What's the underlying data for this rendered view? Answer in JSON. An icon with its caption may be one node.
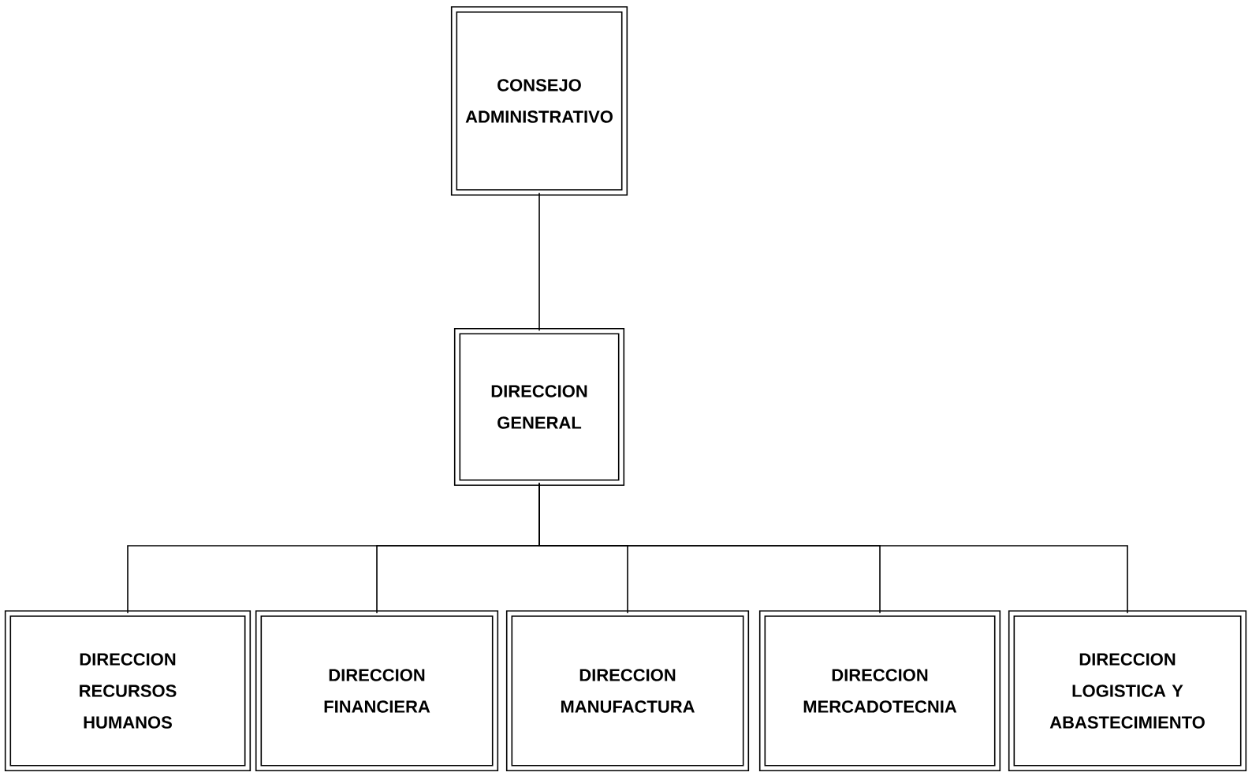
{
  "diagram": {
    "nodes": [
      {
        "text": [
          "CONSEJO ADMINISTRATIVO"
        ]
      },
      {
        "text": [
          "DIRECCION GENERAL"
        ]
      },
      {
        "text": [
          "DIRECCION RECURSOS HUMANOS"
        ]
      },
      {
        "text": [
          "DIRECCION FINANCIERA"
        ]
      },
      {
        "text": [
          "DIRECCION MANUFACTURA"
        ]
      },
      {
        "text": [
          "DIRECCION MERCADOTECNIA"
        ]
      },
      {
        "text": [
          "DIRECCION LOGISTICA Y ABASTECIMIENTO"
        ]
      }
    ],
    "edges": [
      {
        "from": 0,
        "to": 1,
        "arrow": "none"
      },
      {
        "from": 1,
        "to": 2,
        "arrow": "none"
      },
      {
        "from": 1,
        "to": 3,
        "arrow": "none"
      },
      {
        "from": 1,
        "to": 4,
        "arrow": "none"
      },
      {
        "from": 1,
        "to": 5,
        "arrow": "none"
      },
      {
        "from": 1,
        "to": 6,
        "arrow": "none"
      }
    ]
  }
}
